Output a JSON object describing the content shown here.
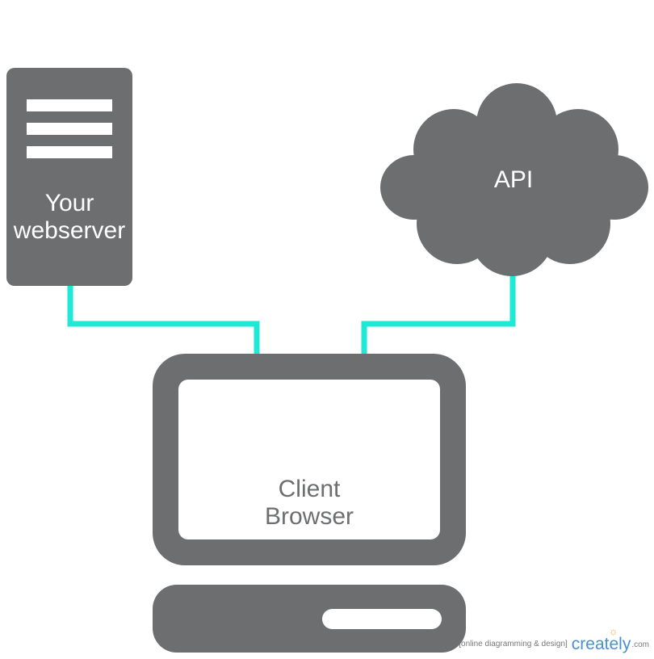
{
  "nodes": {
    "webserver": {
      "line1": "Your",
      "line2": "webserver"
    },
    "api": {
      "label": "API"
    },
    "client": {
      "line1": "Client",
      "line2": "Browser"
    }
  },
  "connectors": [
    {
      "from": "webserver",
      "to": "client"
    },
    {
      "from": "api",
      "to": "client"
    }
  ],
  "watermark": {
    "tagline": "[online diagramming & design]",
    "brand": "creately",
    "domain": ".com"
  },
  "colors": {
    "shape": "#6d6e70",
    "connector": "#1de9d6",
    "background": "#ffffff",
    "brand": "#4a8fd3"
  },
  "icons": {
    "webserver": "server-icon",
    "api": "cloud-icon",
    "client": "computer-monitor-icon"
  }
}
